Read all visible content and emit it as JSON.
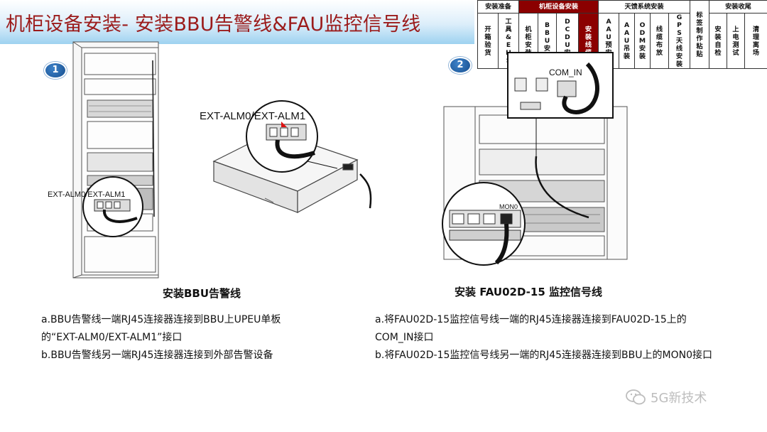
{
  "title": "机柜设备安装- 安装BBU告警线&FAU监控信号线",
  "process_table": {
    "groups": [
      "安装准备",
      "机柜设备安装",
      "天馈系统安装",
      "安装收尾"
    ],
    "steps": {
      "prep_1": "开箱验货",
      "prep_2": "工具&EHS",
      "cab_1": "机柜安装",
      "cab_2": "BBU安装",
      "cab_3": "DCDU安装",
      "cab_4": "安装线缆",
      "ant_1": "AAU预安装",
      "ant_2": "AAU吊装",
      "ant_3": "ODM安装",
      "ant_4": "线缆布放",
      "ant_5": "GPS天线安装",
      "label": "标签制作粘贴",
      "fin_1": "安装自检",
      "fin_2": "上电测试",
      "fin_3": "清理离场"
    }
  },
  "step_badges": [
    "1",
    "2"
  ],
  "figure_left": {
    "callout_cabinet": "EXT-ALM0/EXT-ALM1",
    "callout_bbu": "EXT-ALM0/EXT-ALM1"
  },
  "figure_right": {
    "callout_com": "COM_IN",
    "callout_mon": "MON0"
  },
  "left": {
    "caption": "安装BBU告警线",
    "line1": "a.BBU告警线一端RJ45连接器连接到BBU上UPEU单板",
    "line2": "的“EXT-ALM0/EXT-ALM1”接口",
    "line3": "b.BBU告警线另一端RJ45连接器连接到外部告警设备"
  },
  "right": {
    "caption": "安装 FAU02D-15 监控信号线",
    "line1": "a.将FAU02D-15监控信号线一端的RJ45连接器连接到FAU02D-15上的",
    "line2": "COM_IN接口",
    "line3": "b.将FAU02D-15监控信号线另一端的RJ45连接器连接到BBU上的MON0接口"
  },
  "watermark": "5G新技术",
  "icons": [
    "wechat-icon"
  ]
}
